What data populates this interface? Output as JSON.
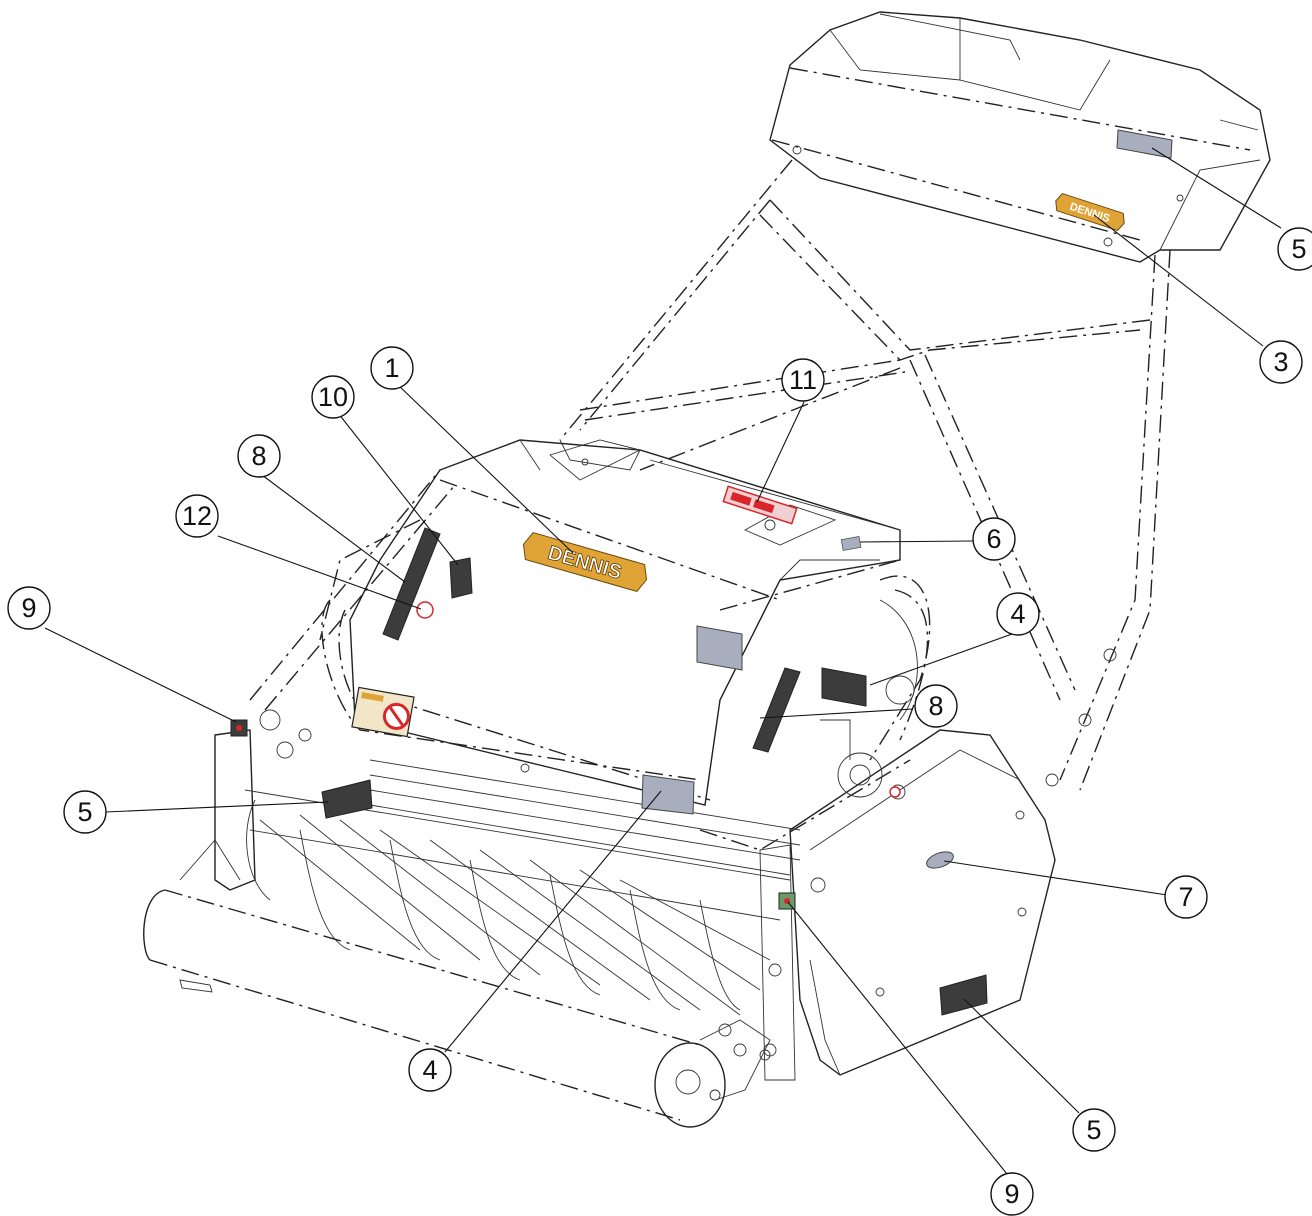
{
  "logo_text": "DENNIS",
  "colors": {
    "decal_gray": "#a9aebf",
    "decal_dark": "#3c3c3c",
    "logo_gold": "#e0a436",
    "warning_red": "#d8262a",
    "line": "#222222"
  },
  "callouts": [
    {
      "label": "1"
    },
    {
      "label": "10"
    },
    {
      "label": "8"
    },
    {
      "label": "12"
    },
    {
      "label": "9"
    },
    {
      "label": "5"
    },
    {
      "label": "11"
    },
    {
      "label": "6"
    },
    {
      "label": "4"
    },
    {
      "label": "8"
    },
    {
      "label": "7"
    },
    {
      "label": "5"
    },
    {
      "label": "9"
    },
    {
      "label": "4"
    },
    {
      "label": "5"
    },
    {
      "label": "3"
    }
  ]
}
